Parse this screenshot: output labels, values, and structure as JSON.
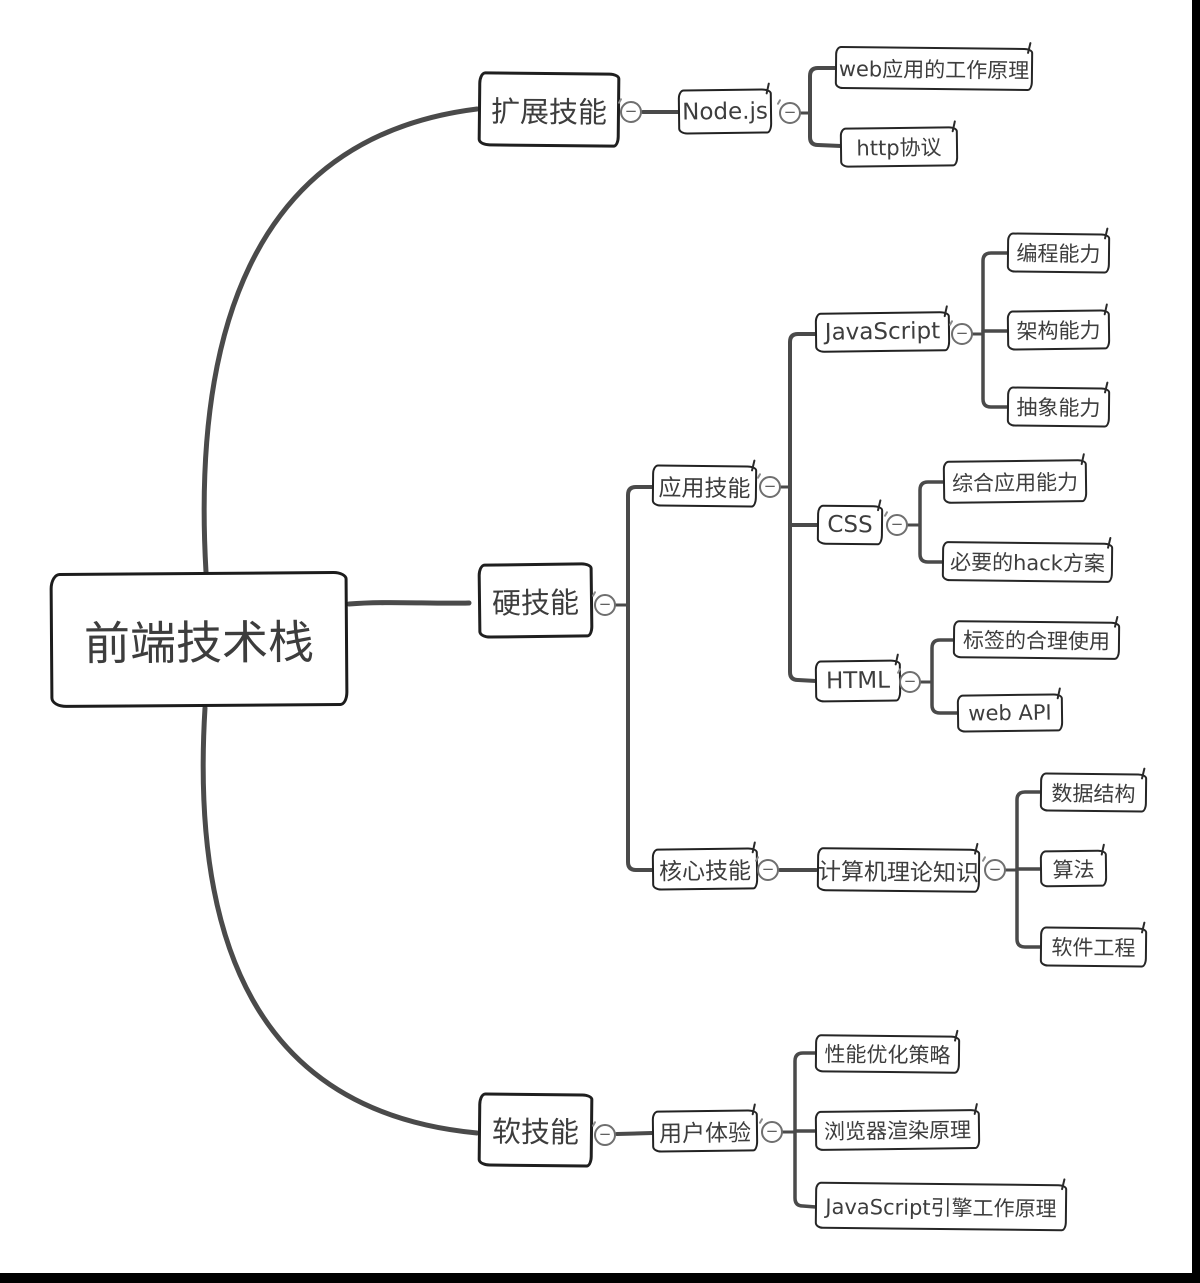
{
  "diagram_type": "mindmap",
  "colors": {
    "background": "#ffffff",
    "connector_line": "#4a4a4a",
    "node_border": "#1f1f1f",
    "node_fill": "#ffffff",
    "text": "#3d3d3d",
    "collapse_icon": "#6f6f6f",
    "frame": "#000000"
  },
  "icons": {
    "collapse": "−"
  },
  "hierarchy": {
    "label": "前端技术栈",
    "children": [
      {
        "label": "扩展技能",
        "collapse_indicator": "−",
        "children": [
          {
            "label": "Node.js",
            "collapse_indicator": "−",
            "children": [
              {
                "label": "web应用的工作原理"
              },
              {
                "label": "http协议"
              }
            ]
          }
        ]
      },
      {
        "label": "硬技能",
        "collapse_indicator": "−",
        "children": [
          {
            "label": "应用技能",
            "collapse_indicator": "−",
            "children": [
              {
                "label": "JavaScript",
                "collapse_indicator": "−",
                "children": [
                  {
                    "label": "编程能力"
                  },
                  {
                    "label": "架构能力"
                  },
                  {
                    "label": "抽象能力"
                  }
                ]
              },
              {
                "label": "CSS",
                "collapse_indicator": "−",
                "children": [
                  {
                    "label": "综合应用能力"
                  },
                  {
                    "label": "必要的hack方案"
                  }
                ]
              },
              {
                "label": "HTML",
                "collapse_indicator": "−",
                "children": [
                  {
                    "label": "标签的合理使用"
                  },
                  {
                    "label": "web API"
                  }
                ]
              }
            ]
          },
          {
            "label": "核心技能",
            "collapse_indicator": "−",
            "children": [
              {
                "label": "计算机理论知识",
                "collapse_indicator": "−",
                "children": [
                  {
                    "label": "数据结构"
                  },
                  {
                    "label": "算法"
                  },
                  {
                    "label": "软件工程"
                  }
                ]
              }
            ]
          }
        ]
      },
      {
        "label": "软技能",
        "collapse_indicator": "−",
        "children": [
          {
            "label": "用户体验",
            "collapse_indicator": "−",
            "children": [
              {
                "label": "性能优化策略"
              },
              {
                "label": "浏览器渲染原理"
              },
              {
                "label": "JavaScript引擎工作原理"
              }
            ]
          }
        ]
      }
    ]
  }
}
